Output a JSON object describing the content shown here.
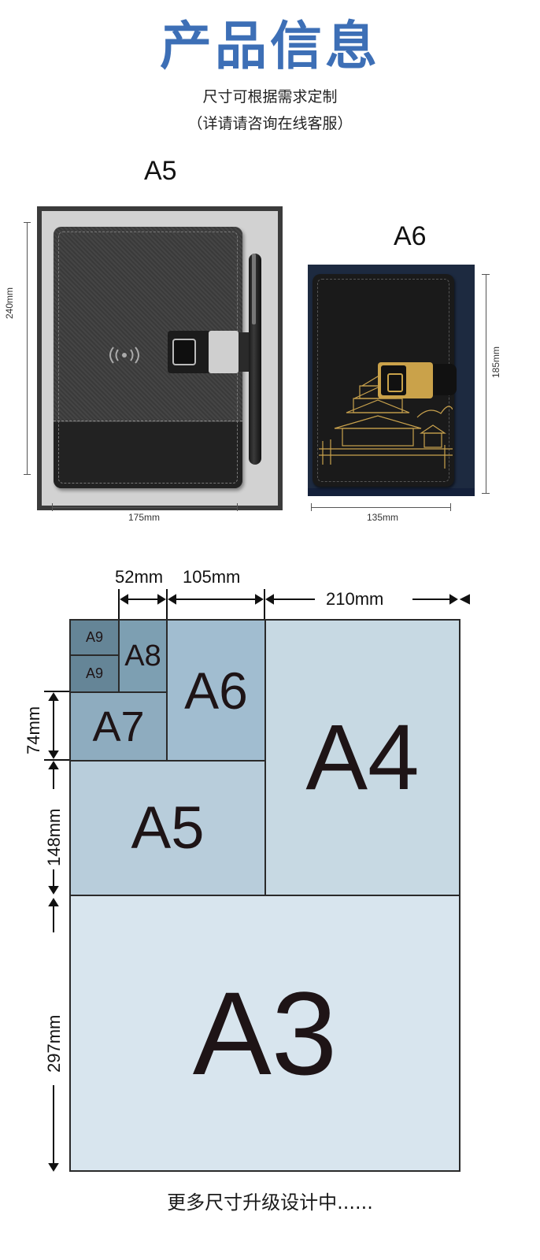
{
  "header": {
    "title": "产品信息",
    "subtitle": "尺寸可根据需求定制",
    "note": "（详请请咨询在线客服）"
  },
  "products": {
    "a5": {
      "label": "A5",
      "height": "240mm",
      "width": "175mm"
    },
    "a6": {
      "label": "A6",
      "height": "185mm",
      "width": "135mm"
    }
  },
  "size_chart": {
    "sheets": {
      "a3": "A3",
      "a4": "A4",
      "a5": "A5",
      "a6": "A6",
      "a7": "A7",
      "a8": "A8",
      "a9_top": "A9",
      "a9_bottom": "A9"
    },
    "widths": {
      "w52": "52mm",
      "w105": "105mm",
      "w210": "210mm"
    },
    "heights": {
      "h74": "74mm",
      "h148": "148mm",
      "h297": "297mm"
    }
  },
  "footer": "更多尺寸升级设计中......"
}
